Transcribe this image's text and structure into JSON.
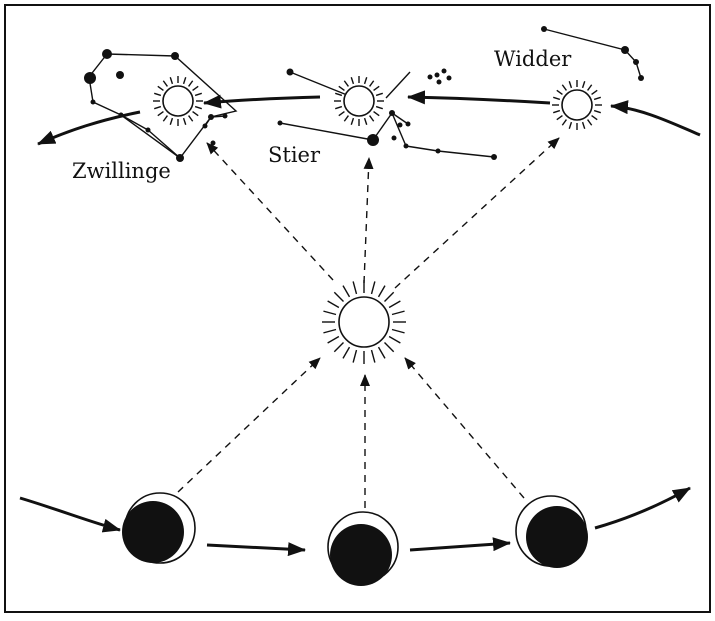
{
  "labels": {
    "gemini": "Zwillinge",
    "taurus": "Stier",
    "aries": "Widder"
  },
  "colors": {
    "ink": "#111111",
    "background": "#ffffff"
  }
}
